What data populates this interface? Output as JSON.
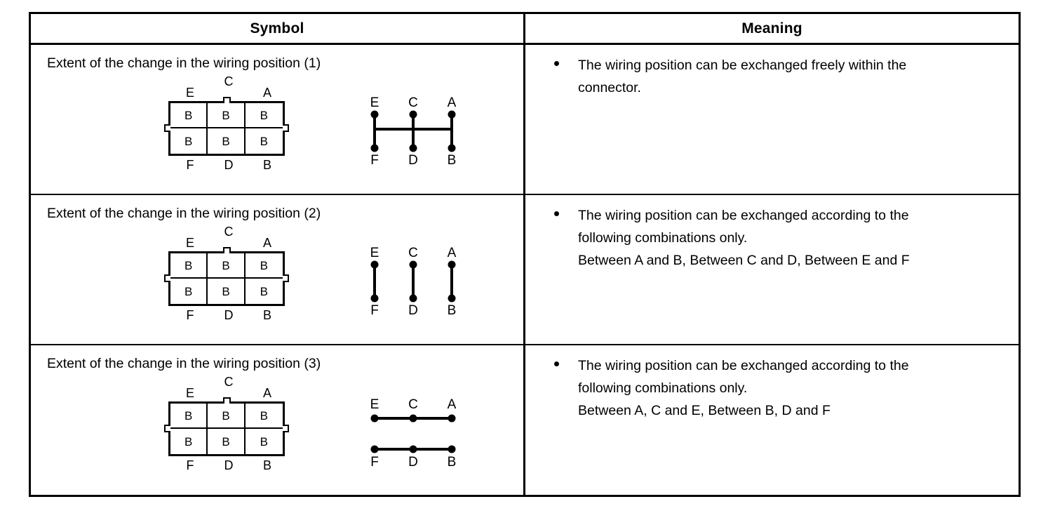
{
  "table": {
    "headers": {
      "symbol": "Symbol",
      "meaning": "Meaning"
    },
    "rows": [
      {
        "id": "row-1",
        "symbol_title": "Extent of the change in the wiring position (1)",
        "connector": {
          "top_labels": [
            "E",
            "C",
            "A"
          ],
          "bottom_labels": [
            "F",
            "D",
            "B"
          ],
          "cells": [
            "B",
            "B",
            "B",
            "B",
            "B",
            "B"
          ]
        },
        "schematic": {
          "type": "vertical-pairs-with-bus",
          "top_labels": [
            "E",
            "C",
            "A"
          ],
          "bottom_labels": [
            "F",
            "D",
            "B"
          ],
          "pairs": [
            [
              "E",
              "F"
            ],
            [
              "C",
              "D"
            ],
            [
              "A",
              "B"
            ]
          ],
          "bus": true,
          "bus_connects": [
            "E-F",
            "C-D",
            "A-B"
          ]
        },
        "meaning_lines": [
          "The wiring position can be exchanged freely within the",
          "connector."
        ]
      },
      {
        "id": "row-2",
        "symbol_title": "Extent of the change in the wiring position (2)",
        "connector": {
          "top_labels": [
            "E",
            "C",
            "A"
          ],
          "bottom_labels": [
            "F",
            "D",
            "B"
          ],
          "cells": [
            "B",
            "B",
            "B",
            "B",
            "B",
            "B"
          ]
        },
        "schematic": {
          "type": "vertical-pairs",
          "top_labels": [
            "E",
            "C",
            "A"
          ],
          "bottom_labels": [
            "F",
            "D",
            "B"
          ],
          "pairs": [
            [
              "E",
              "F"
            ],
            [
              "C",
              "D"
            ],
            [
              "A",
              "B"
            ]
          ],
          "bus": false
        },
        "meaning_lines": [
          "The wiring position can be exchanged according to the",
          "following combinations only.",
          "Between A and B, Between C and D, Between E and F"
        ]
      },
      {
        "id": "row-3",
        "symbol_title": "Extent of the change in the wiring position (3)",
        "connector": {
          "top_labels": [
            "E",
            "C",
            "A"
          ],
          "bottom_labels": [
            "F",
            "D",
            "B"
          ],
          "cells": [
            "B",
            "B",
            "B",
            "B",
            "B",
            "B"
          ]
        },
        "schematic": {
          "type": "horizontal-groups",
          "top_labels": [
            "E",
            "C",
            "A"
          ],
          "bottom_labels": [
            "F",
            "D",
            "B"
          ],
          "groups": [
            [
              "E",
              "C",
              "A"
            ],
            [
              "F",
              "D",
              "B"
            ]
          ],
          "bus": false
        },
        "meaning_lines": [
          "The wiring position can be exchanged according to the",
          "following combinations only.",
          "Between A, C and E, Between B, D and F"
        ]
      }
    ]
  },
  "colors": {
    "ink": "#000000",
    "paper": "#ffffff"
  }
}
